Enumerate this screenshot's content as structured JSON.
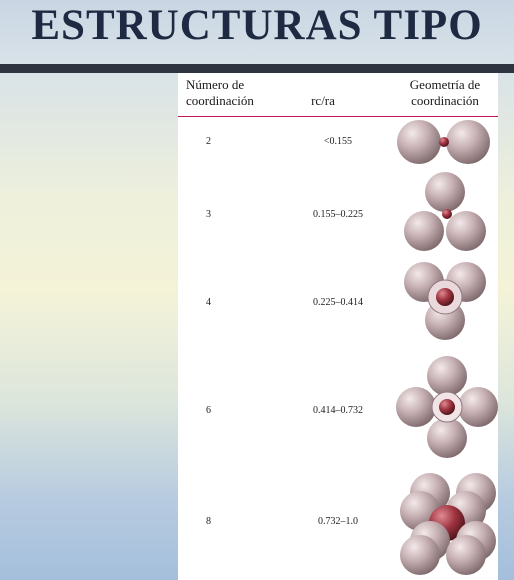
{
  "slide": {
    "title": "ESTRUCTURAS TIPO"
  },
  "table": {
    "col_headers": {
      "coordination_number": "Número de coordinación",
      "radius_ratio": "rc/ra",
      "geometry": "Geometría de coordinación"
    },
    "rows": [
      {
        "cn": "2",
        "ratio": "<0.155",
        "geometry_icon": "linear-coordination-icon"
      },
      {
        "cn": "3",
        "ratio": "0.155–0.225",
        "geometry_icon": "triangular-coordination-icon"
      },
      {
        "cn": "4",
        "ratio": "0.225–0.414",
        "geometry_icon": "tetrahedral-coordination-icon"
      },
      {
        "cn": "6",
        "ratio": "0.414–0.732",
        "geometry_icon": "octahedral-coordination-icon"
      },
      {
        "cn": "8",
        "ratio": "0.732–1.0",
        "geometry_icon": "cubic-coordination-icon"
      }
    ]
  },
  "colors": {
    "anion_sphere": "#b49a9e",
    "cation_sphere": "#8a2a34",
    "header_rule": "#c2185b",
    "band": "#2e3540",
    "title_text": "#1e2a42"
  }
}
